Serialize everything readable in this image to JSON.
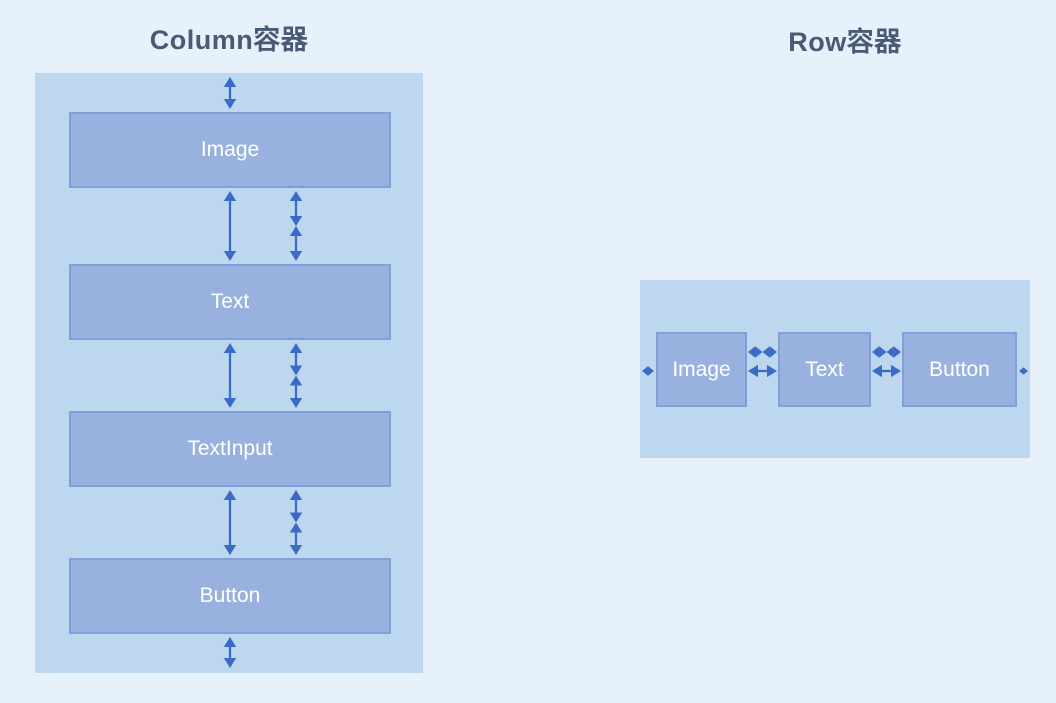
{
  "colors": {
    "page_bg": "#e7f1fc",
    "container_bg": "#bdd8ee",
    "box_fill": "#99b1de",
    "box_border": "#82a0d8",
    "arrow": "#3b6bc6",
    "title_text": "#4a5a74",
    "box_text": "#ffffff"
  },
  "column": {
    "title": "Column容器",
    "items": [
      {
        "label": "Image"
      },
      {
        "label": "Text"
      },
      {
        "label": "TextInput"
      },
      {
        "label": "Button"
      }
    ]
  },
  "row": {
    "title": "Row容器",
    "items": [
      {
        "label": "Image"
      },
      {
        "label": "Text"
      },
      {
        "label": "Button"
      }
    ]
  }
}
